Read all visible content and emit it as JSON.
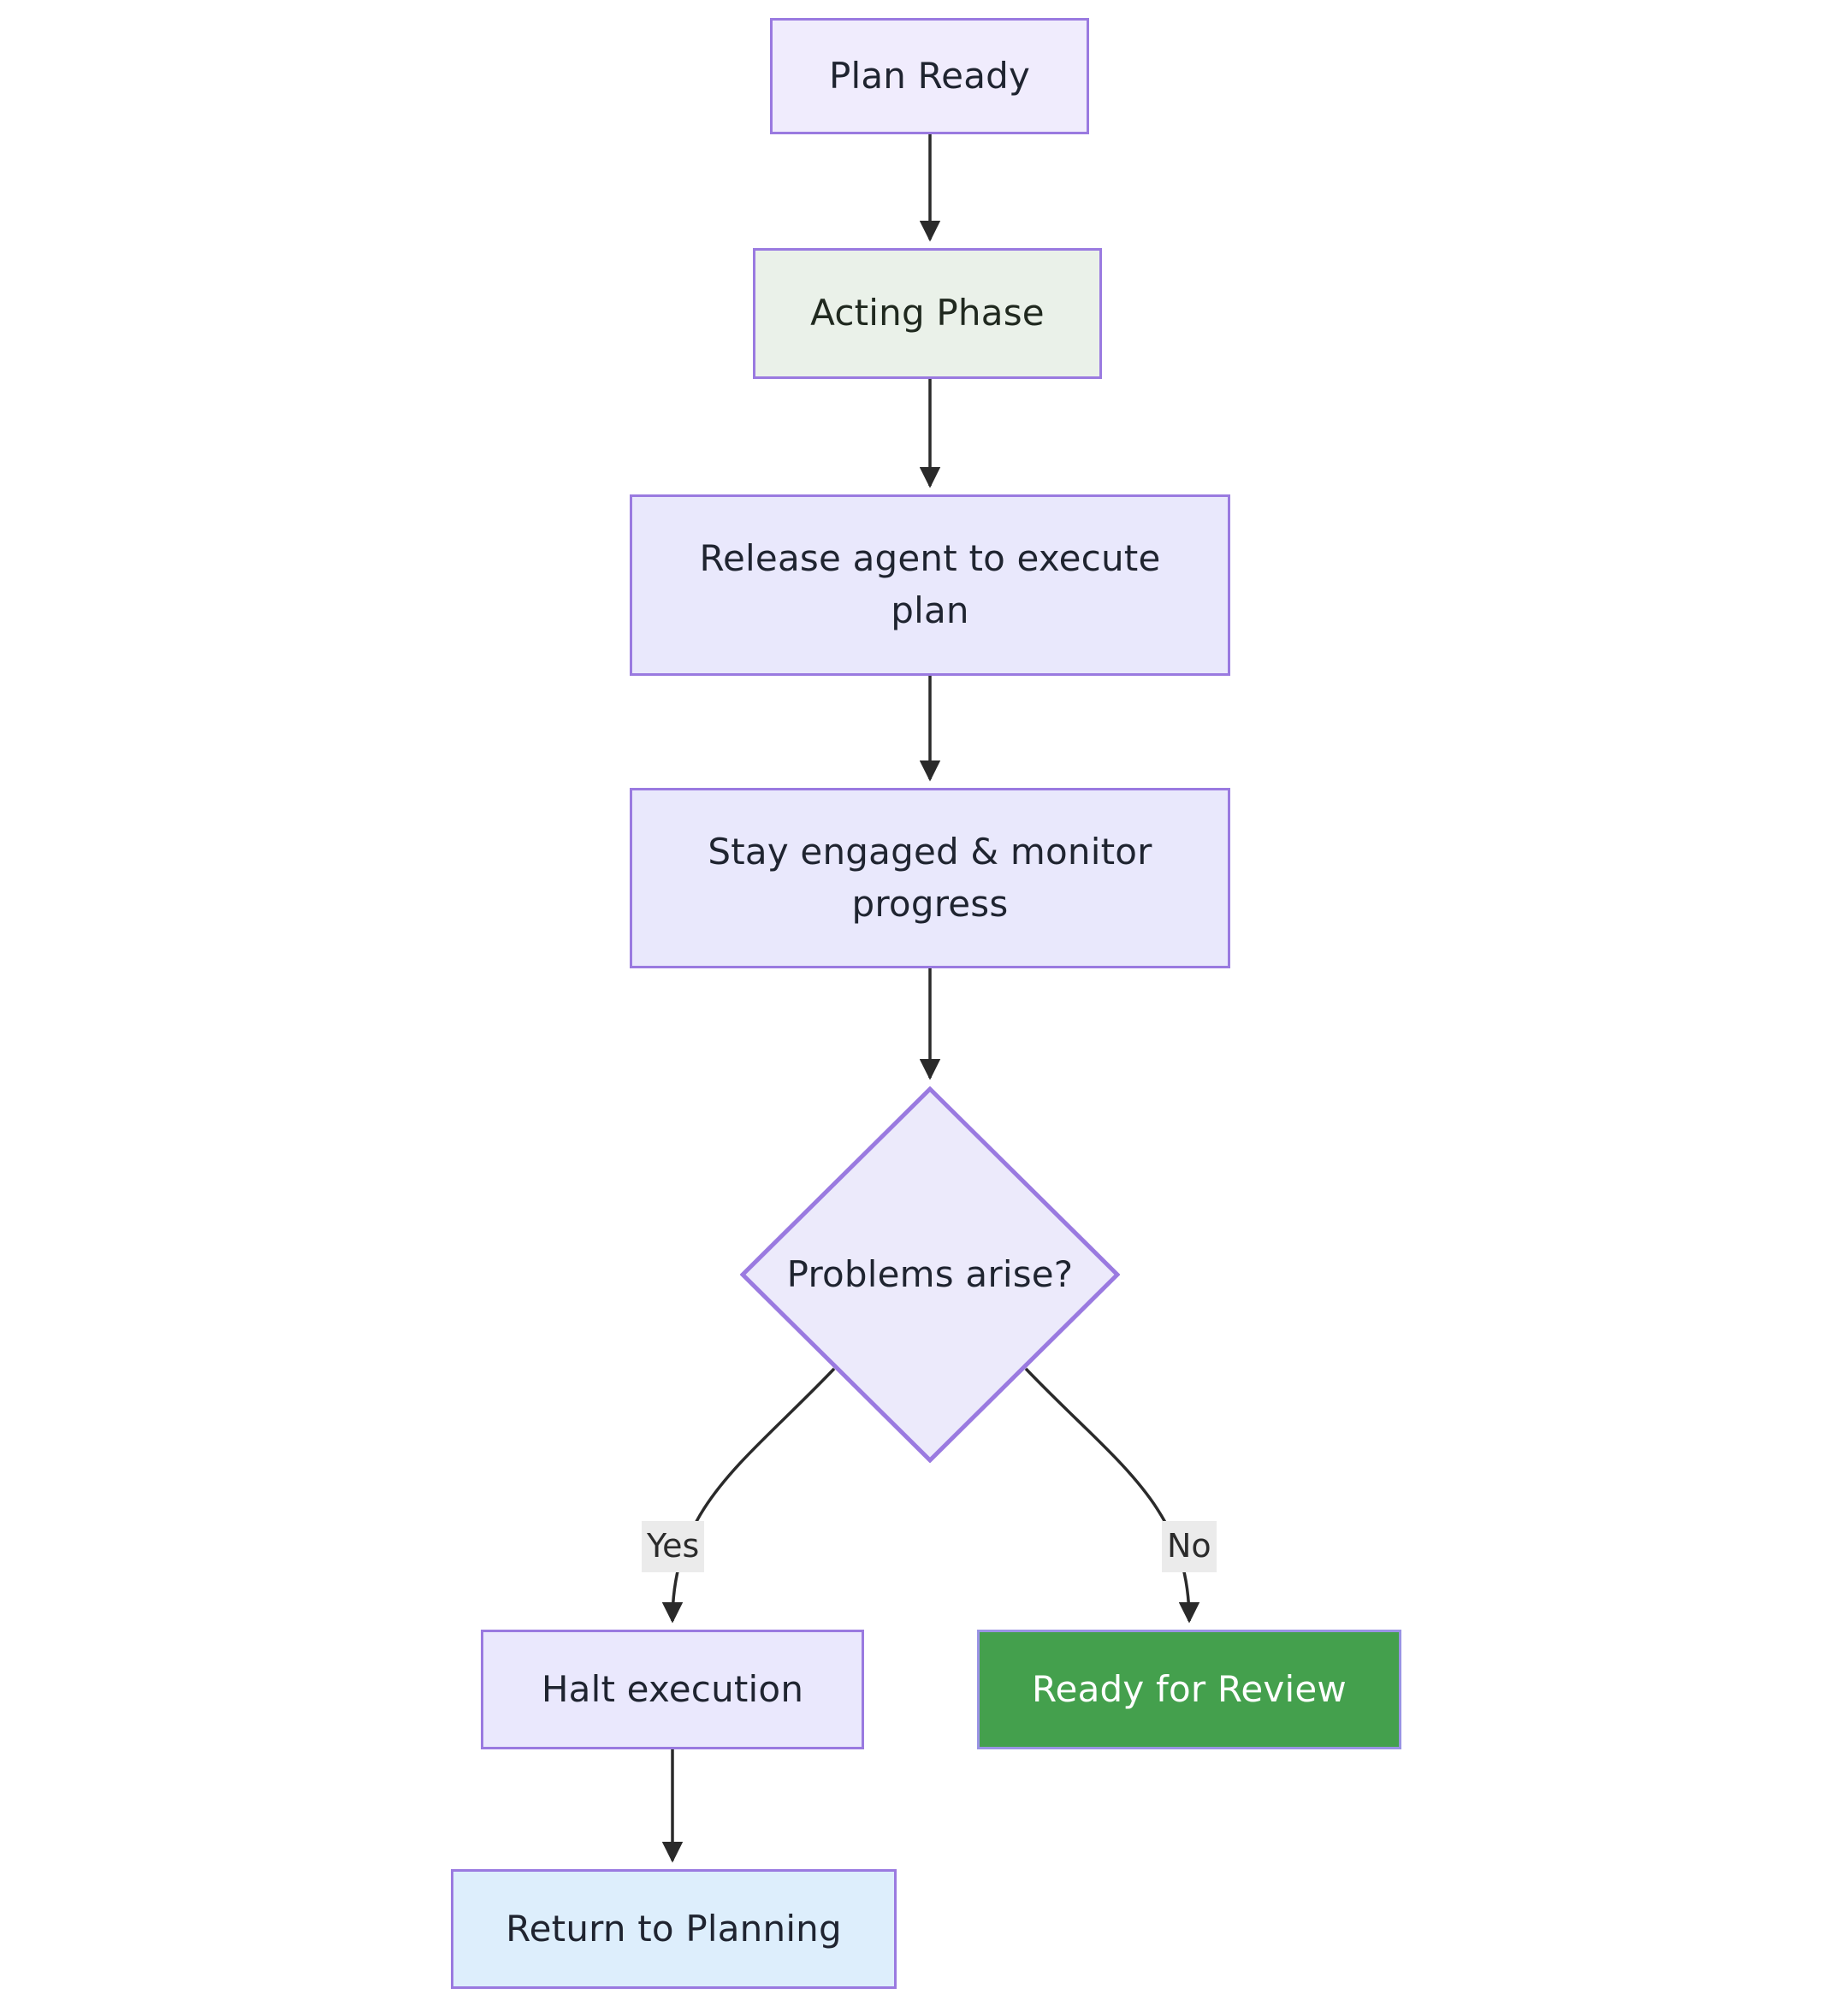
{
  "diagram": {
    "type": "flowchart",
    "direction": "top-to-bottom",
    "background_color": "#ffffff",
    "node_border_color": "#9a7ae0",
    "edge_color": "#1f1f1f",
    "nodes": [
      {
        "id": "plan_ready",
        "label": "Plan Ready",
        "shape": "rectangle",
        "fill": "#f0ecfd",
        "text_color": "#1f2430"
      },
      {
        "id": "acting_phase",
        "label": "Acting Phase",
        "shape": "rectangle",
        "fill": "#eaf1e9",
        "text_color": "#20291f"
      },
      {
        "id": "release_agent",
        "label": "Release agent to execute\nplan",
        "shape": "rectangle",
        "fill": "#e9e8fc",
        "text_color": "#1f2430"
      },
      {
        "id": "stay_engaged",
        "label": "Stay engaged & monitor\nprogress",
        "shape": "rectangle",
        "fill": "#e9e8fc",
        "text_color": "#1f2430"
      },
      {
        "id": "problems_arise",
        "label": "Problems arise?",
        "shape": "diamond",
        "fill": "#eceafb",
        "text_color": "#1f2430"
      },
      {
        "id": "halt_execution",
        "label": "Halt execution",
        "shape": "rectangle",
        "fill": "#eae8fd",
        "text_color": "#1f2430"
      },
      {
        "id": "ready_review",
        "label": "Ready for Review",
        "shape": "rectangle",
        "fill": "#44a04d",
        "text_color": "#ffffff"
      },
      {
        "id": "return_planning",
        "label": "Return to Planning",
        "shape": "rectangle",
        "fill": "#ddeefc",
        "text_color": "#1f2430"
      }
    ],
    "edges": [
      {
        "from": "plan_ready",
        "to": "acting_phase",
        "label": ""
      },
      {
        "from": "acting_phase",
        "to": "release_agent",
        "label": ""
      },
      {
        "from": "release_agent",
        "to": "stay_engaged",
        "label": ""
      },
      {
        "from": "stay_engaged",
        "to": "problems_arise",
        "label": ""
      },
      {
        "from": "problems_arise",
        "to": "halt_execution",
        "label": "Yes"
      },
      {
        "from": "problems_arise",
        "to": "ready_review",
        "label": "No"
      },
      {
        "from": "halt_execution",
        "to": "return_planning",
        "label": ""
      }
    ],
    "edge_labels": {
      "yes": "Yes",
      "no": "No",
      "label_background": "#ebebeb"
    }
  }
}
